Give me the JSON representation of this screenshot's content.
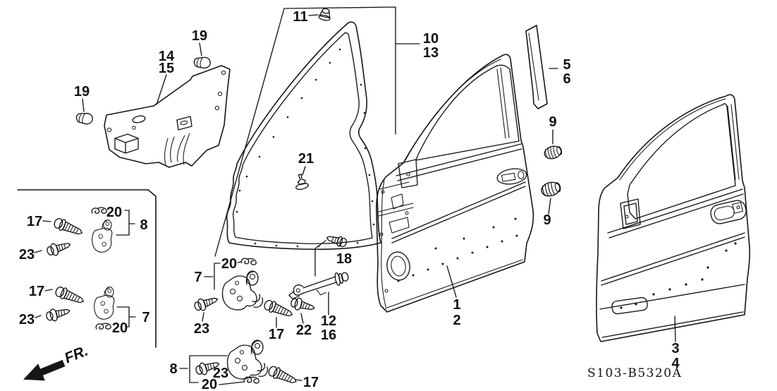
{
  "diagram": {
    "code": "S103-B5320A",
    "fr": "FR.",
    "callouts": {
      "1": "1",
      "2": "2",
      "3": "3",
      "4": "4",
      "5": "5",
      "6": "6",
      "7": "7",
      "8": "8",
      "9": "9",
      "10": "10",
      "11": "11",
      "12": "12",
      "13": "13",
      "14": "14",
      "15": "15",
      "16": "16",
      "17": "17",
      "18": "18",
      "19": "19",
      "20": "20",
      "21": "21",
      "22": "22",
      "23": "23"
    }
  }
}
